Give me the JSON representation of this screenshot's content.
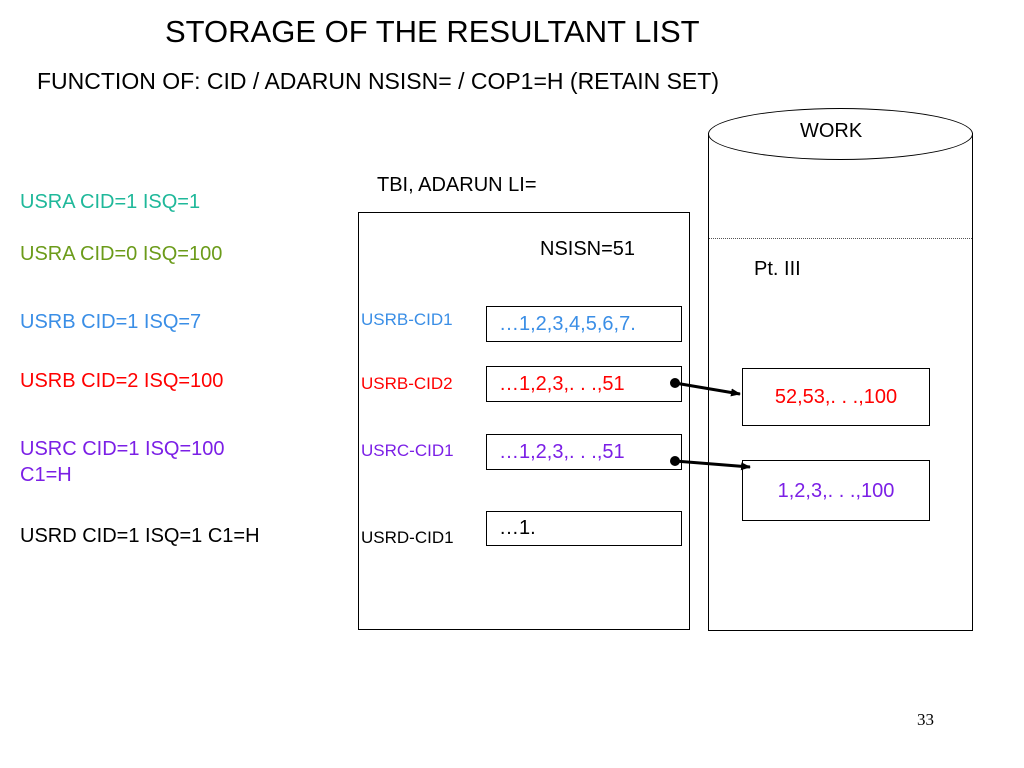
{
  "title": "STORAGE OF  THE RESULTANT LIST",
  "subtitle": "FUNCTION OF:  CID / ADARUN NSISN=  / COP1=H (RETAIN SET)",
  "left_labels": [
    {
      "line1": "USRA CID=1 ISQ=1",
      "line2": "",
      "color": "#1fb89a"
    },
    {
      "line1": "USRA CID=0 ISQ=100",
      "line2": "",
      "color": "#6b9b1a"
    },
    {
      "line1": "USRB CID=1 ISQ=7",
      "line2": "",
      "color": "#3a8ee6"
    },
    {
      "line1": "USRB CID=2 ISQ=100",
      "line2": "",
      "color": "#ff0000"
    },
    {
      "line1": "USRC CID=1 ISQ=100",
      "line2": "C1=H",
      "color": "#7b1fe6"
    },
    {
      "line1": "USRD CID=1 ISQ=1 C1=H",
      "line2": "",
      "color": "#000000"
    }
  ],
  "tbi": {
    "heading": "TBI, ADARUN LI=",
    "nsisn": "NSISN=51",
    "rows": [
      {
        "label": "USRB-CID1",
        "value": "…1,2,3,4,5,6,7.",
        "color": "#3a8ee6"
      },
      {
        "label": "USRB-CID2",
        "value": "…1,2,3,. . .,51",
        "color": "#ff0000"
      },
      {
        "label": "USRC-CID1",
        "value": "…1,2,3,. . .,51",
        "color": "#7b1fe6"
      },
      {
        "label": "USRD-CID1",
        "value": "…1.",
        "color": "#000000"
      }
    ]
  },
  "work": {
    "label": "WORK",
    "part": "Pt. III",
    "results": [
      {
        "value": "52,53,. . .,100",
        "color": "#ff0000"
      },
      {
        "value": "1,2,3,. . .,100",
        "color": "#7b1fe6"
      }
    ]
  },
  "page_number": "33"
}
